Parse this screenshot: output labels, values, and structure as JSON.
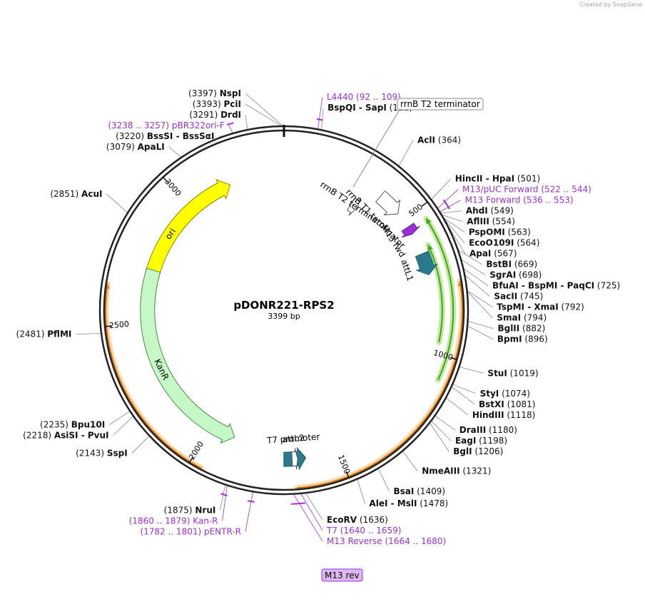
{
  "credit": "Created by SnapGene",
  "plasmid": {
    "name": "pDONR221-RPS2",
    "size_label": "3399 bp",
    "length": 3399
  },
  "ticks": [
    {
      "pos": 500,
      "label": "500"
    },
    {
      "pos": 1000,
      "label": "1000"
    },
    {
      "pos": 1500,
      "label": "1500"
    },
    {
      "pos": 2000,
      "label": "2000"
    },
    {
      "pos": 2500,
      "label": "2500"
    },
    {
      "pos": 3000,
      "label": "3000"
    }
  ],
  "features": [
    {
      "name": "ori",
      "start": 2560,
      "end": 3180,
      "color": "#ffff00",
      "stroke": "#888800",
      "dir": 1,
      "track": 0.75,
      "label": "ori"
    },
    {
      "name": "KanR",
      "start": 1900,
      "end": 2710,
      "color": "#c6f7c6",
      "stroke": "#4a8a4a",
      "dir": -1,
      "track": 0.75,
      "label": "KanR"
    },
    {
      "name": "attL1",
      "start": 640,
      "end": 720,
      "color": "#2a7a8c",
      "stroke": "#1f5e6b",
      "dir": 1,
      "track": 0.82,
      "label": "attL1"
    },
    {
      "name": "attL2",
      "start": 1620,
      "end": 1700,
      "color": "#2a7a8c",
      "stroke": "#1f5e6b",
      "dir": -1,
      "track": 0.82,
      "label": "attL2"
    },
    {
      "name": "rrnB T2 terminator",
      "start": 305,
      "end": 335,
      "color": "#ffffff",
      "stroke": "#555555",
      "dir": 1,
      "track": 0.69,
      "label": "rrnB T2 terminator"
    },
    {
      "name": "rrnB T1 terminator",
      "start": 380,
      "end": 470,
      "color": "#ffffff",
      "stroke": "#555555",
      "dir": 1,
      "track": 0.82,
      "label": "rrnB T1 terminator"
    },
    {
      "name": "T7 promoter",
      "start": 1650,
      "end": 1670,
      "color": "#ffffff",
      "stroke": "#555555",
      "dir": -1,
      "track": 0.82,
      "label": "T7 promoter"
    },
    {
      "name": "M13 fwd",
      "start": 530,
      "end": 560,
      "color": "#9b30d6",
      "stroke": "#6a1a99",
      "dir": 1,
      "track": 0.82,
      "label": "M13 fwd"
    }
  ],
  "arcs": [
    {
      "start": 540,
      "end": 1080,
      "track": 0.93,
      "color": "#3aa822",
      "glow": "#c8e8a0",
      "dir": -1
    },
    {
      "start": 620,
      "end": 960,
      "track": 0.87,
      "color": "#3aa822",
      "glow": "#c8e8a0",
      "dir": -1
    },
    {
      "start": 760,
      "end": 1660,
      "track": 0.98,
      "color": "#e07c1a",
      "glow": "#f8d9a8",
      "dir": -1
    },
    {
      "start": 1960,
      "end": 2630,
      "track": 0.98,
      "color": "#e07c1a",
      "glow": "#f8d9a8",
      "dir": 1
    }
  ],
  "primer_marks": [
    {
      "start": 92,
      "end": 109
    },
    {
      "start": 522,
      "end": 553
    },
    {
      "start": 1640,
      "end": 1680
    },
    {
      "start": 1782,
      "end": 1801
    },
    {
      "start": 1860,
      "end": 1879
    },
    {
      "start": 3238,
      "end": 3257
    }
  ],
  "labels": [
    {
      "kind": "site",
      "bp": 3397,
      "parts": [
        [
          "pos",
          "(3397)  "
        ],
        [
          "enz",
          "NspI"
        ]
      ]
    },
    {
      "kind": "site",
      "bp": 3393,
      "parts": [
        [
          "pos",
          "(3393)  "
        ],
        [
          "enz",
          "PciI"
        ]
      ]
    },
    {
      "kind": "site",
      "bp": 3291,
      "parts": [
        [
          "pos",
          "(3291)  "
        ],
        [
          "enz",
          "DrdI"
        ]
      ]
    },
    {
      "kind": "primer",
      "bp": 3247,
      "parts": [
        [
          "prim",
          "(3238 .. 3257)  pBR322ori-F"
        ]
      ]
    },
    {
      "kind": "site",
      "bp": 3220,
      "parts": [
        [
          "pos",
          "(3220)  "
        ],
        [
          "enz",
          "BssSI  - BssSαI"
        ]
      ]
    },
    {
      "kind": "site",
      "bp": 3079,
      "parts": [
        [
          "pos",
          "(3079)  "
        ],
        [
          "enz",
          "ApaLI"
        ]
      ]
    },
    {
      "kind": "site",
      "bp": 2851,
      "parts": [
        [
          "pos",
          "(2851)  "
        ],
        [
          "enz",
          "AcuI"
        ]
      ]
    },
    {
      "kind": "site",
      "bp": 2481,
      "parts": [
        [
          "pos",
          "(2481)  "
        ],
        [
          "enz",
          "PflMI"
        ]
      ]
    },
    {
      "kind": "site",
      "bp": 2235,
      "parts": [
        [
          "pos",
          "(2235)  "
        ],
        [
          "enz",
          "Bpu10I"
        ]
      ]
    },
    {
      "kind": "site",
      "bp": 2218,
      "parts": [
        [
          "pos",
          "(2218)  "
        ],
        [
          "enz",
          "AsiSI  - PvuI"
        ]
      ]
    },
    {
      "kind": "site",
      "bp": 2143,
      "parts": [
        [
          "pos",
          "(2143)  "
        ],
        [
          "enz",
          "SspI"
        ]
      ]
    },
    {
      "kind": "primer",
      "bp": 1869,
      "parts": [
        [
          "prim",
          "(1860 .. 1879)  Kan-R"
        ]
      ]
    },
    {
      "kind": "site",
      "bp": 1875,
      "parts": [
        [
          "pos",
          "(1875)  "
        ],
        [
          "enz",
          "NruI"
        ]
      ]
    },
    {
      "kind": "primer",
      "bp": 1791,
      "parts": [
        [
          "prim",
          "(1782 .. 1801)  pENTR-R"
        ]
      ]
    },
    {
      "kind": "primer",
      "bp": 1672,
      "parts": [
        [
          "prim",
          "M13 Reverse   (1664 .. 1680)"
        ]
      ]
    },
    {
      "kind": "primer",
      "bp": 1650,
      "parts": [
        [
          "prim",
          "T7    (1640 .. 1659)"
        ]
      ]
    },
    {
      "kind": "site",
      "bp": 1636,
      "parts": [
        [
          "enz",
          "EcoRV"
        ],
        [
          "pos",
          "   (1636)"
        ]
      ]
    },
    {
      "kind": "site",
      "bp": 1478,
      "parts": [
        [
          "enz",
          "AleI  - MslI"
        ],
        [
          "pos",
          "   (1478)"
        ]
      ]
    },
    {
      "kind": "site",
      "bp": 1409,
      "parts": [
        [
          "enz",
          "BsaI"
        ],
        [
          "pos",
          "   (1409)"
        ]
      ]
    },
    {
      "kind": "site",
      "bp": 1321,
      "parts": [
        [
          "enz",
          "NmeAIII"
        ],
        [
          "pos",
          "   (1321)"
        ]
      ]
    },
    {
      "kind": "site",
      "bp": 1206,
      "parts": [
        [
          "enz",
          "BglI"
        ],
        [
          "pos",
          "   (1206)"
        ]
      ]
    },
    {
      "kind": "site",
      "bp": 1198,
      "parts": [
        [
          "enz",
          "EagI"
        ],
        [
          "pos",
          "   (1198)"
        ]
      ]
    },
    {
      "kind": "site",
      "bp": 1180,
      "parts": [
        [
          "enz",
          "DraIII"
        ],
        [
          "pos",
          "   (1180)"
        ]
      ]
    },
    {
      "kind": "site",
      "bp": 1118,
      "parts": [
        [
          "enz",
          "HindIII"
        ],
        [
          "pos",
          "   (1118)"
        ]
      ]
    },
    {
      "kind": "site",
      "bp": 1081,
      "parts": [
        [
          "enz",
          "BstXI"
        ],
        [
          "pos",
          "   (1081)"
        ]
      ]
    },
    {
      "kind": "site",
      "bp": 1074,
      "parts": [
        [
          "enz",
          "StyI"
        ],
        [
          "pos",
          "   (1074)"
        ]
      ]
    },
    {
      "kind": "site",
      "bp": 1019,
      "parts": [
        [
          "enz",
          "StuI"
        ],
        [
          "pos",
          "   (1019)"
        ]
      ]
    },
    {
      "kind": "site",
      "bp": 896,
      "parts": [
        [
          "enz",
          "BpmI"
        ],
        [
          "pos",
          "   (896)"
        ]
      ]
    },
    {
      "kind": "site",
      "bp": 882,
      "parts": [
        [
          "enz",
          "BglII"
        ],
        [
          "pos",
          "   (882)"
        ]
      ]
    },
    {
      "kind": "site",
      "bp": 794,
      "parts": [
        [
          "enz",
          "SmaI"
        ],
        [
          "pos",
          "   (794)"
        ]
      ]
    },
    {
      "kind": "site",
      "bp": 792,
      "parts": [
        [
          "enz",
          "TspMI  - XmaI"
        ],
        [
          "pos",
          "   (792)"
        ]
      ]
    },
    {
      "kind": "site",
      "bp": 745,
      "parts": [
        [
          "enz",
          "SacII"
        ],
        [
          "pos",
          "   (745)"
        ]
      ]
    },
    {
      "kind": "site",
      "bp": 725,
      "parts": [
        [
          "enz",
          "BfuAI  - BspMI  - PaqCI"
        ],
        [
          "pos",
          "   (725)"
        ]
      ]
    },
    {
      "kind": "site",
      "bp": 698,
      "parts": [
        [
          "enz",
          "SgrAI"
        ],
        [
          "pos",
          "   (698)"
        ]
      ]
    },
    {
      "kind": "site",
      "bp": 669,
      "parts": [
        [
          "enz",
          "BstBI"
        ],
        [
          "pos",
          "   (669)"
        ]
      ]
    },
    {
      "kind": "site",
      "bp": 567,
      "parts": [
        [
          "enz",
          "ApaI"
        ],
        [
          "pos",
          "   (567)"
        ]
      ]
    },
    {
      "kind": "site",
      "bp": 564,
      "parts": [
        [
          "enz",
          "EcoO109I"
        ],
        [
          "pos",
          "   (564)"
        ]
      ]
    },
    {
      "kind": "site",
      "bp": 563,
      "parts": [
        [
          "enz",
          "PspOMI"
        ],
        [
          "pos",
          "   (563)"
        ]
      ]
    },
    {
      "kind": "site",
      "bp": 554,
      "parts": [
        [
          "enz",
          "AflIII"
        ],
        [
          "pos",
          "   (554)"
        ]
      ]
    },
    {
      "kind": "site",
      "bp": 549,
      "parts": [
        [
          "enz",
          "AhdI"
        ],
        [
          "pos",
          "   (549)"
        ]
      ]
    },
    {
      "kind": "primer",
      "bp": 545,
      "parts": [
        [
          "prim",
          "M13 Forward    (536 .. 553)"
        ]
      ]
    },
    {
      "kind": "primer",
      "bp": 533,
      "parts": [
        [
          "prim",
          "M13/pUC Forward    (522 .. 544)"
        ]
      ]
    },
    {
      "kind": "site",
      "bp": 501,
      "parts": [
        [
          "enz",
          "HincII  - HpaI"
        ],
        [
          "pos",
          "   (501)"
        ]
      ]
    },
    {
      "kind": "site",
      "bp": 364,
      "parts": [
        [
          "enz",
          "AclI"
        ],
        [
          "pos",
          "   (364)"
        ]
      ]
    },
    {
      "kind": "site",
      "bp": 111,
      "parts": [
        [
          "enz",
          "BspQI  - SapI"
        ],
        [
          "pos",
          "   (111)"
        ]
      ]
    },
    {
      "kind": "primer",
      "bp": 100,
      "parts": [
        [
          "prim",
          "L4440    (92 .. 109)"
        ]
      ]
    }
  ],
  "callouts": {
    "rrnB_T2": "rrnB T2 terminator",
    "M13_rev": "M13 rev"
  }
}
